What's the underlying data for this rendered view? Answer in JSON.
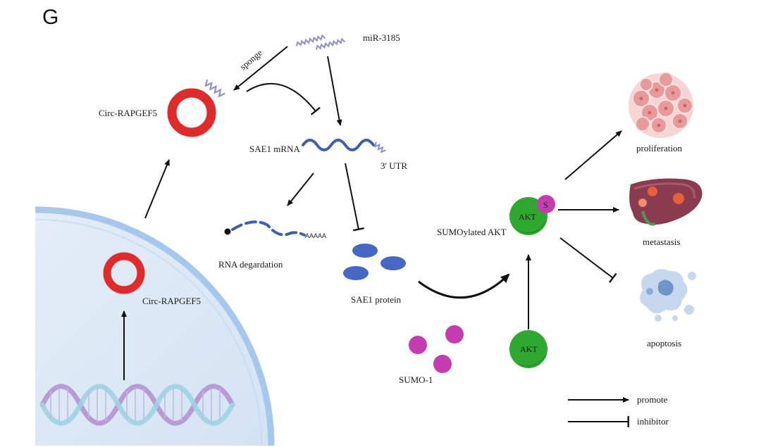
{
  "panel_label": "G",
  "labels": {
    "mirna": "miR-3185",
    "sponge": "sponge",
    "circ_cytoplasm": "Circ-RAPGEF5",
    "circ_nucleus": "Circ-RAPGEF5",
    "sae1_mrna": "SAE1 mRNA",
    "utr": "3' UTR",
    "polya": "AAAAA",
    "rna_degradation": "RNA degardation",
    "sae1_protein": "SAE1 protein",
    "sumo": "SUMO-1",
    "sumoylated_akt": "SUMOylated AKT",
    "akt_top": "AKT",
    "sumo_tag": "S",
    "akt_bottom": "AKT",
    "proliferation": "proliferation",
    "metastasis": "metastasis",
    "apoptosis": "apoptosis"
  },
  "legend": {
    "promote": "promote",
    "inhibitor": "inhibitor"
  },
  "colors": {
    "circ_ring": "#e02b2b",
    "mirna": "#8f8fc6",
    "mrna": "#3d5fb0",
    "protein": "#4468c4",
    "sumo": "#c53bb0",
    "akt": "#2ea82e",
    "nucleus_fill": "#dbe7f5",
    "nucleus_border": "#a6c8ec",
    "arrow": "#111111"
  }
}
